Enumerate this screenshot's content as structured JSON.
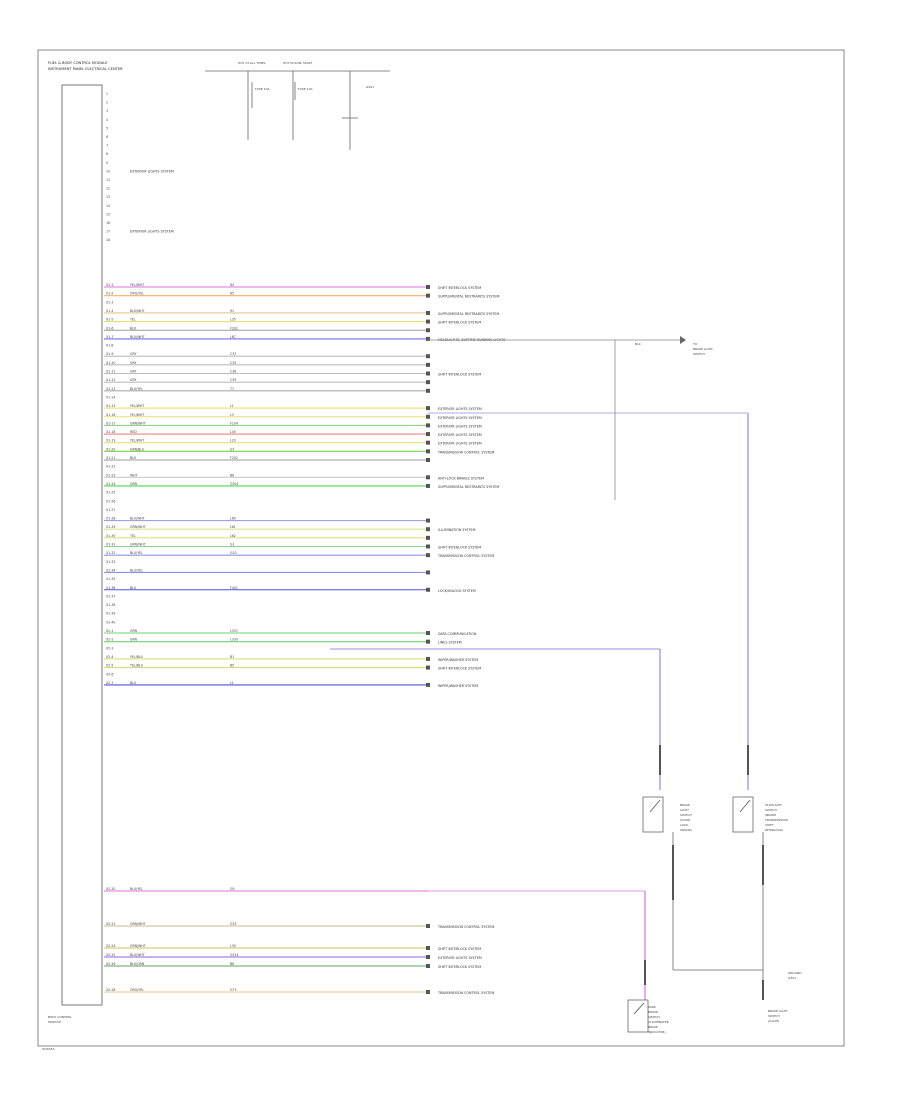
{
  "title": [
    "FUEL & BODY CONTROL MODULE",
    "INSTRUMENT PANEL ELECTRICAL CENTER"
  ],
  "fuses_top": [
    {
      "label": "HOT AT ALL TIMES",
      "fuse": "FUSE 10A"
    },
    {
      "label": "HOT IN RUN, START",
      "fuse": "FUSE 10A"
    }
  ],
  "ground_top": "G201",
  "body_label": [
    "BODY CONTROL",
    "MODULE"
  ],
  "footer_code": "W30453",
  "upper_pins": [
    "1",
    "2",
    "3",
    "4",
    "5",
    "6",
    "7",
    "8",
    "9",
    "10",
    "11",
    "12",
    "13",
    "14",
    "15",
    "16",
    "17",
    "18"
  ],
  "upper_notes": [
    {
      "pin_index": 9,
      "text": "EXTERIOR LIGHTS SYSTEM"
    },
    {
      "pin_index": 16,
      "text": "EXTERIOR LIGHTS SYSTEM"
    }
  ],
  "wires": [
    {
      "pin": "X1-1",
      "wire": "YEL/WHT",
      "circuit": "84",
      "color": "#e070e0",
      "dest": "SHIFT INTERLOCK SYSTEM"
    },
    {
      "pin": "X1-2",
      "wire": "ORG/YEL",
      "circuit": "85",
      "color": "#f0b060",
      "dest": "SUPPLEMENTAL RESTRAINTS SYSTEM"
    },
    {
      "pin": "X1-3",
      "wire": "",
      "circuit": "",
      "color": "",
      "dest": ""
    },
    {
      "pin": "X1-4",
      "wire": "BLK/WHT",
      "circuit": "91",
      "color": "#e8c888",
      "dest": "SUPPLEMENTAL RESTRAINTS SYSTEM"
    },
    {
      "pin": "X1-5",
      "wire": "TEL",
      "circuit": "L35",
      "color": "#e8e070",
      "dest": "SHIFT INTERLOCK SYSTEM"
    },
    {
      "pin": "X1-6",
      "wire": "BLK",
      "circuit": "F202",
      "color": "#999999",
      "dest": ""
    },
    {
      "pin": "X1-7",
      "wire": "BLU/WHT",
      "circuit": "L67",
      "color": "#7070e8",
      "dest": "HEADLIGHTS, DAYTIME RUNNING LIGHTS"
    },
    {
      "pin": "X1-8",
      "wire": "",
      "circuit": "",
      "color": "",
      "dest": ""
    },
    {
      "pin": "X1-9",
      "wire": "GRY",
      "circuit": "C33",
      "color": "#bbbbbb",
      "dest": ""
    },
    {
      "pin": "X1-10",
      "wire": "GRY",
      "circuit": "C35",
      "color": "#bbbbbb",
      "dest": ""
    },
    {
      "pin": "X1-11",
      "wire": "GRY",
      "circuit": "C38",
      "color": "#bbbbbb",
      "dest": "SHIFT INTERLOCK SYSTEM"
    },
    {
      "pin": "X1-12",
      "wire": "GRY",
      "circuit": "C39",
      "color": "#bbbbbb",
      "dest": ""
    },
    {
      "pin": "X1-13",
      "wire": "BLU/YEL",
      "circuit": "77",
      "color": "#aaaaaa",
      "dest": ""
    },
    {
      "pin": "X1-14",
      "wire": "",
      "circuit": "",
      "color": "",
      "dest": ""
    },
    {
      "pin": "X1-15",
      "wire": "YEL/WHT",
      "circuit": "L1",
      "color": "#e8e070",
      "dest": "EXTERIOR LIGHTS SYSTEM"
    },
    {
      "pin": "X1-16",
      "wire": "YEL/WHT",
      "circuit": "L3",
      "color": "#e8e070",
      "dest": "EXTERIOR LIGHTS SYSTEM"
    },
    {
      "pin": "X1-17",
      "wire": "GRN/WHT",
      "circuit": "F104",
      "color": "#90d090",
      "dest": "EXTERIOR LIGHTS SYSTEM"
    },
    {
      "pin": "X1-18",
      "wire": "RED",
      "circuit": "L45",
      "color": "#f08080",
      "dest": "EXTERIOR LIGHTS SYSTEM"
    },
    {
      "pin": "X1-19",
      "wire": "YEL/WHT",
      "circuit": "L23",
      "color": "#e8e070",
      "dest": "EXTERIOR LIGHTS SYSTEM"
    },
    {
      "pin": "X1-20",
      "wire": "GRN/BLU",
      "circuit": "G7",
      "color": "#80d040",
      "dest": "TRANSMISSION CONTROL SYSTEM"
    },
    {
      "pin": "X1-21",
      "wire": "BLK",
      "circuit": "F202",
      "color": "#999999",
      "dest": ""
    },
    {
      "pin": "X1-22",
      "wire": "",
      "circuit": "",
      "color": "",
      "dest": ""
    },
    {
      "pin": "X1-23",
      "wire": "WHT",
      "circuit": "B6",
      "color": "#cccccc",
      "dest": "ANTI-LOCK BRAKES SYSTEM"
    },
    {
      "pin": "X1-24",
      "wire": "GRN",
      "circuit": "G301",
      "color": "#50d050",
      "dest": "SUPPLEMENTAL RESTRAINTS SYSTEM"
    },
    {
      "pin": "X1-25",
      "wire": "",
      "circuit": "",
      "color": "",
      "dest": ""
    },
    {
      "pin": "X1-26",
      "wire": "",
      "circuit": "",
      "color": "",
      "dest": ""
    },
    {
      "pin": "X1-27",
      "wire": "",
      "circuit": "",
      "color": "",
      "dest": ""
    },
    {
      "pin": "X1-28",
      "wire": "BLU/WHT",
      "circuit": "L60",
      "color": "#a0a0e8",
      "dest": ""
    },
    {
      "pin": "X1-29",
      "wire": "GRN/WHT",
      "circuit": "L61",
      "color": "#d0e890",
      "dest": "ILLUMINATION SYSTEM"
    },
    {
      "pin": "X1-30",
      "wire": "TEL",
      "circuit": "L62",
      "color": "#e8e070",
      "dest": ""
    },
    {
      "pin": "X1-31",
      "wire": "GRN/WHT",
      "circuit": "G1",
      "color": "#90d090",
      "dest": "SHIFT INTERLOCK SYSTEM"
    },
    {
      "pin": "X1-32",
      "wire": "BLU/YEL",
      "circuit": "G10",
      "color": "#9090e8",
      "dest": "TRANSMISSION CONTROL SYSTEM"
    },
    {
      "pin": "X1-33",
      "wire": "",
      "circuit": "",
      "color": "",
      "dest": ""
    },
    {
      "pin": "X1-34",
      "wire": "BLU/YEL",
      "circuit": "",
      "color": "#9090e8",
      "dest": ""
    },
    {
      "pin": "X1-35",
      "wire": "",
      "circuit": "",
      "color": "",
      "dest": ""
    },
    {
      "pin": "X1-36",
      "wire": "BLU",
      "circuit": "F401",
      "color": "#5050e0",
      "dest": "LOCK/UNLOCK SYSTEM"
    },
    {
      "pin": "X1-37",
      "wire": "",
      "circuit": "",
      "color": "",
      "dest": ""
    },
    {
      "pin": "X1-38",
      "wire": "",
      "circuit": "",
      "color": "",
      "dest": ""
    },
    {
      "pin": "X1-39",
      "wire": "",
      "circuit": "",
      "color": "",
      "dest": ""
    },
    {
      "pin": "X1-40",
      "wire": "",
      "circuit": "",
      "color": "",
      "dest": ""
    },
    {
      "pin": "X2-1",
      "wire": "GRN",
      "circuit": "L331",
      "color": "#70d070",
      "dest": "DATA COMMUNICATION"
    },
    {
      "pin": "X2-2",
      "wire": "GRN",
      "circuit": "L330",
      "color": "#70d070",
      "dest": "LINES SYSTEM"
    },
    {
      "pin": "X2-3",
      "wire": "",
      "circuit": "",
      "color": "",
      "dest": ""
    },
    {
      "pin": "X2-4",
      "wire": "YEL/BLU",
      "circuit": "B1",
      "color": "#d8e070",
      "dest": "WIPER/WASHER SYSTEM"
    },
    {
      "pin": "X2-5",
      "wire": "TEL/BLU",
      "circuit": "B5",
      "color": "#e0d870",
      "dest": "SHIFT INTERLOCK SYSTEM"
    },
    {
      "pin": "X2-6",
      "wire": "",
      "circuit": "",
      "color": "",
      "dest": ""
    },
    {
      "pin": "X2-7",
      "wire": "BLU",
      "circuit": "L1",
      "color": "#5050e0",
      "dest": "WIPER/WASHER SYSTEM"
    }
  ],
  "lower_wires": [
    {
      "pin": "X2-20",
      "wire": "BLU/YEL",
      "circuit": "G9",
      "color": "#e070e0",
      "dest": ""
    },
    {
      "pin": "X2-22",
      "wire": "GRN/WHT",
      "circuit": "G33",
      "color": "#c8b888",
      "dest": "TRANSMISSION CONTROL SYSTEM"
    },
    {
      "pin": "X2-24",
      "wire": "GRN/WHT",
      "circuit": "L30",
      "color": "#c8c060",
      "dest": "SHIFT INTERLOCK SYSTEM"
    },
    {
      "pin": "X2-25",
      "wire": "BLU/WHT",
      "circuit": "G314",
      "color": "#9060e0",
      "dest": "EXTERIOR LIGHTS SYSTEM"
    },
    {
      "pin": "X2-26",
      "wire": "BLU/GRN",
      "circuit": "B6",
      "color": "#60a060",
      "dest": "SHIFT INTERLOCK SYSTEM"
    },
    {
      "pin": "X2-28",
      "wire": "ORG/YEL",
      "circuit": "G73",
      "color": "#e8c888",
      "dest": "TRANSMISSION CONTROL SYSTEM"
    }
  ],
  "switches": [
    {
      "label": [
        "BRAKE",
        "LIGHT",
        "SWITCH",
        "(DOOR",
        "LOCK,",
        "CRUISE)"
      ]
    },
    {
      "label": [
        "STOPLIGHT",
        "SWITCH",
        "(BRAKE",
        "TRANSMISSION",
        "SHIFT",
        "INTERLOCK)"
      ]
    },
    {
      "label": [
        "PARK",
        "BRAKE",
        "SWITCH",
        "(ILLUMINATED",
        "BRAKE",
        "INDICATOR)"
      ]
    }
  ],
  "right_labels": [
    {
      "text": [
        "TO",
        "BRAKE LIGHT",
        "SWITCH"
      ]
    },
    {
      "text": [
        "GROUND",
        "G301"
      ]
    },
    {
      "text": [
        "BRAKE LIGHT",
        "SWITCH",
        "(ILLUM)"
      ]
    }
  ]
}
